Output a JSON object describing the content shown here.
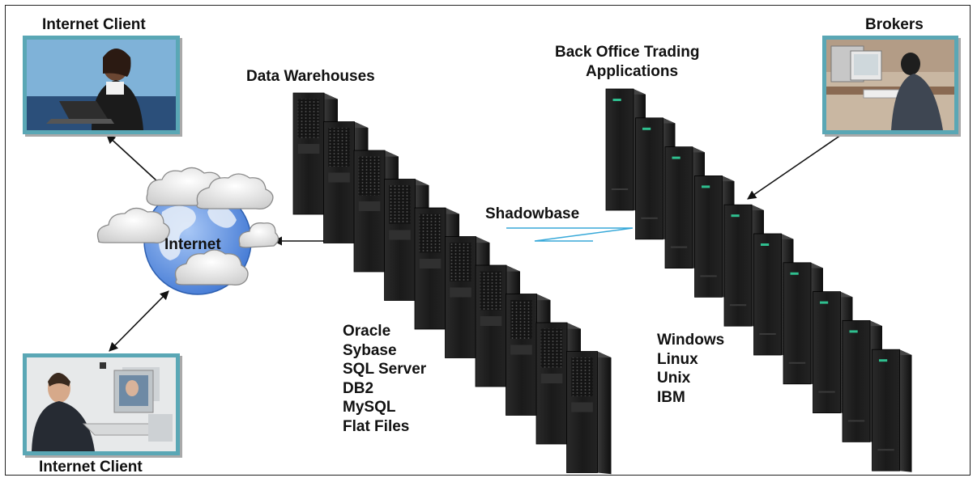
{
  "labels": {
    "internet_client_top": "Internet Client",
    "internet_client_bottom": "Internet Client",
    "internet": "Internet",
    "data_warehouses": "Data Warehouses",
    "back_office_line1": "Back Office Trading",
    "back_office_line2": "Applications",
    "brokers": "Brokers",
    "shadowbase": "Shadowbase"
  },
  "databases": [
    "Oracle",
    "Sybase",
    "SQL Server",
    "DB2",
    "MySQL",
    "Flat Files"
  ],
  "platforms": [
    "Windows",
    "Linux",
    "Unix",
    "IBM"
  ],
  "icons": {
    "globe": "globe-icon",
    "cloud": "cloud-icon",
    "server": "server-tower-icon"
  },
  "colors": {
    "photo_border": "#5aa7b5",
    "globe": "#5b8fe0",
    "replication_line": "#38a9d9",
    "server_body": "#1c1c1c",
    "server_led": "#2fbf8f"
  }
}
